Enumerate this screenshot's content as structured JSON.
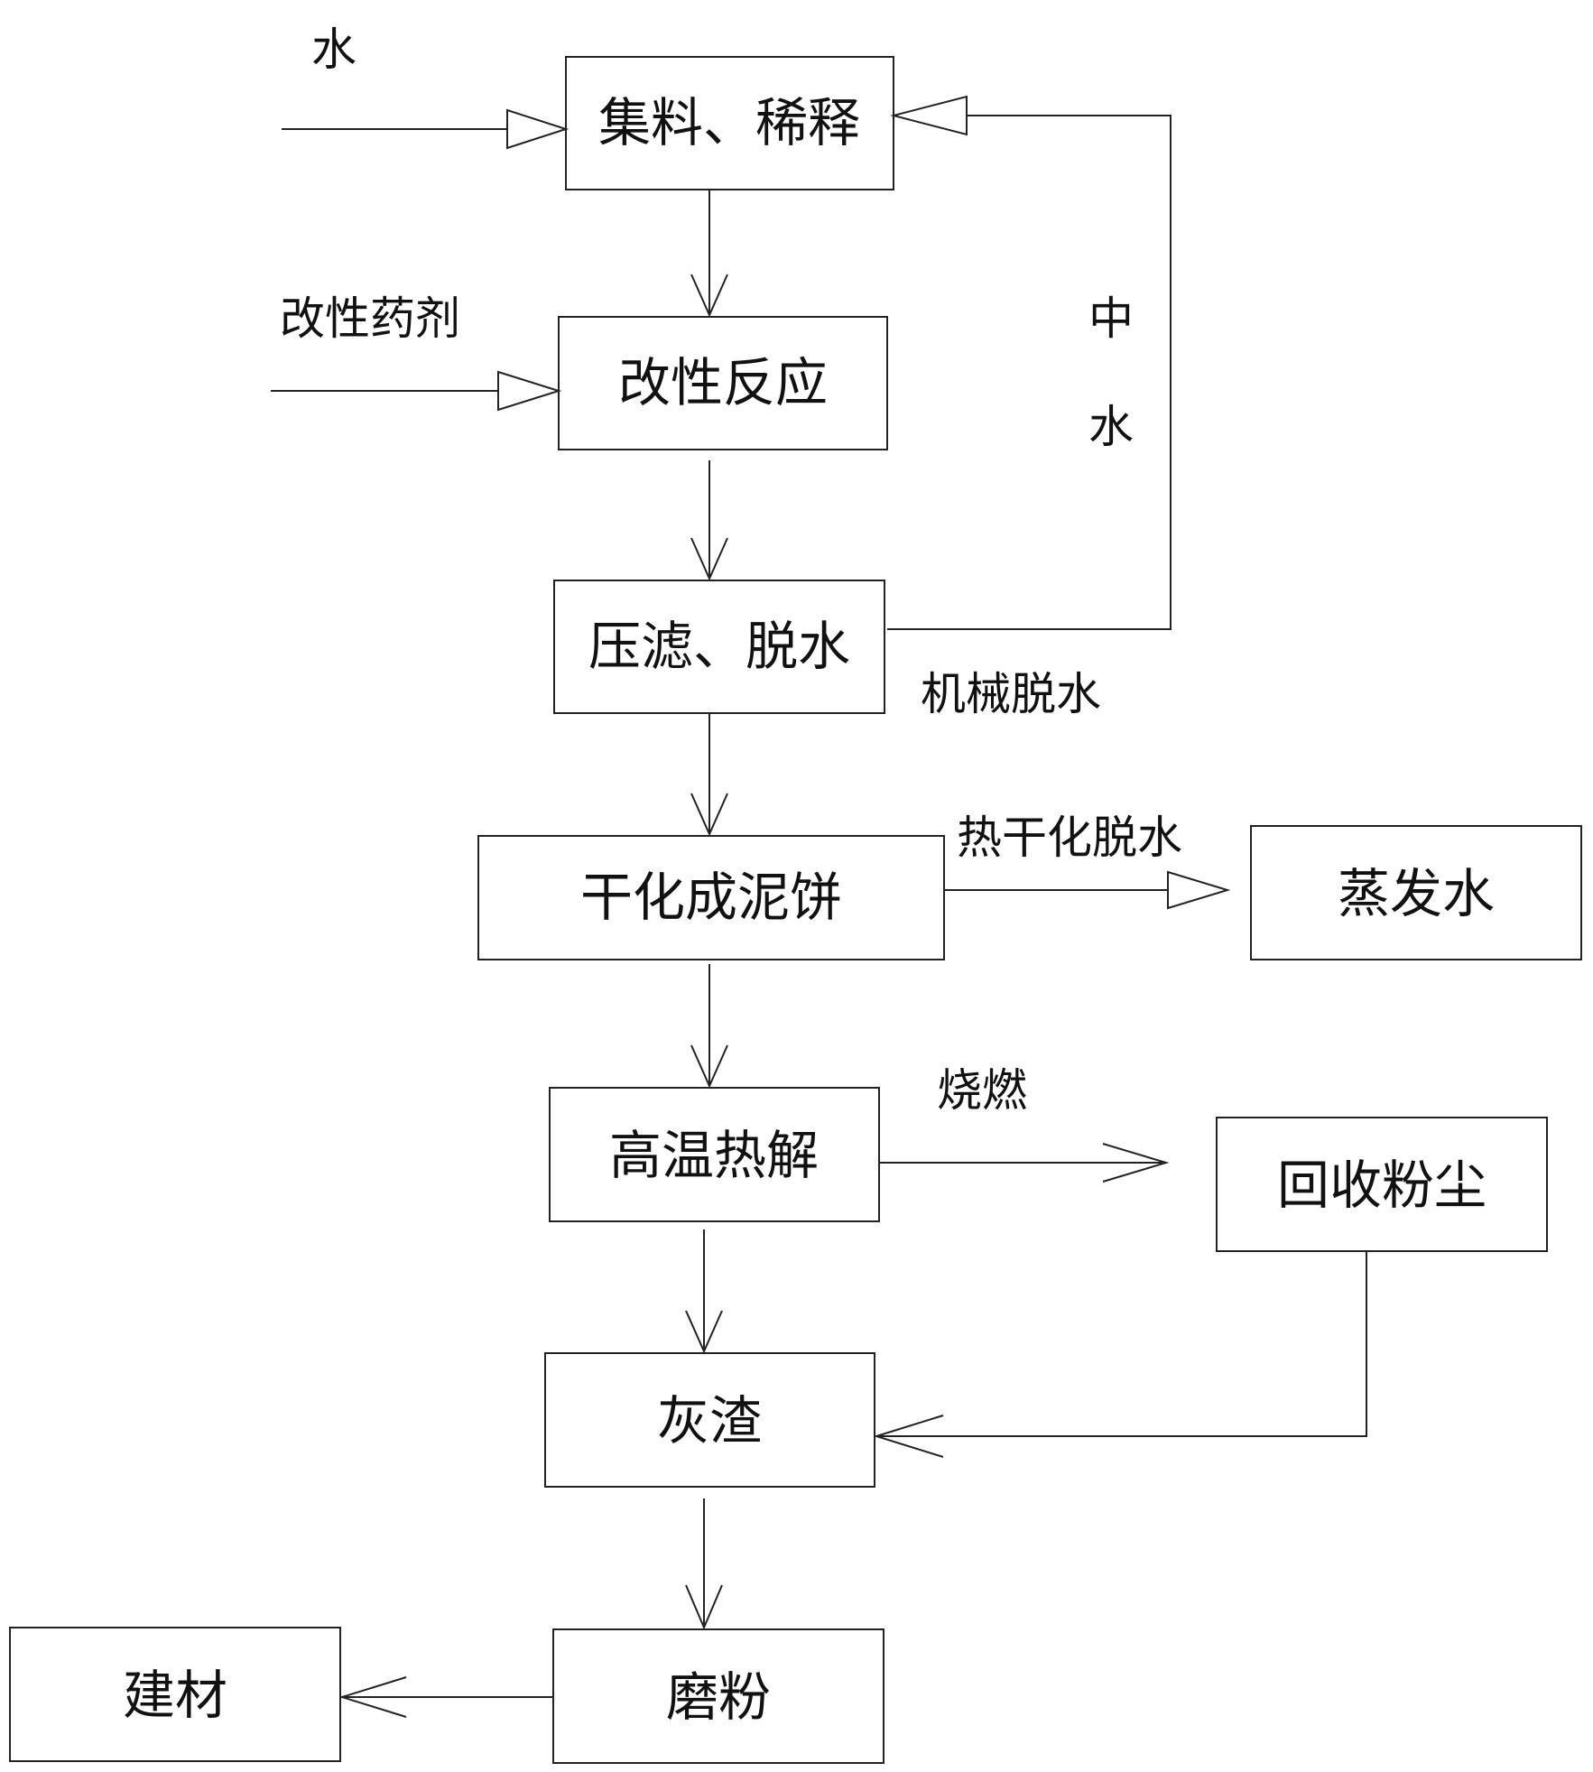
{
  "boxes": {
    "gather_dilute": "集料、稀释",
    "modify_react": "改性反应",
    "press_filter": "压滤、脱水",
    "dry_cake": "干化成泥饼",
    "evaporated_water": "蒸发水",
    "pyrolysis": "高温热解",
    "recover_dust": "回收粉尘",
    "ash": "灰渣",
    "grind": "磨粉",
    "building_material": "建材"
  },
  "labels": {
    "water_in": "水",
    "modifier_agent": "改性药剂",
    "recycled_water_1": "中",
    "recycled_water_2": "水",
    "mechanical_dewater": "机械脱水",
    "thermal_dewater": "热干化脱水",
    "burning": "烧燃"
  }
}
